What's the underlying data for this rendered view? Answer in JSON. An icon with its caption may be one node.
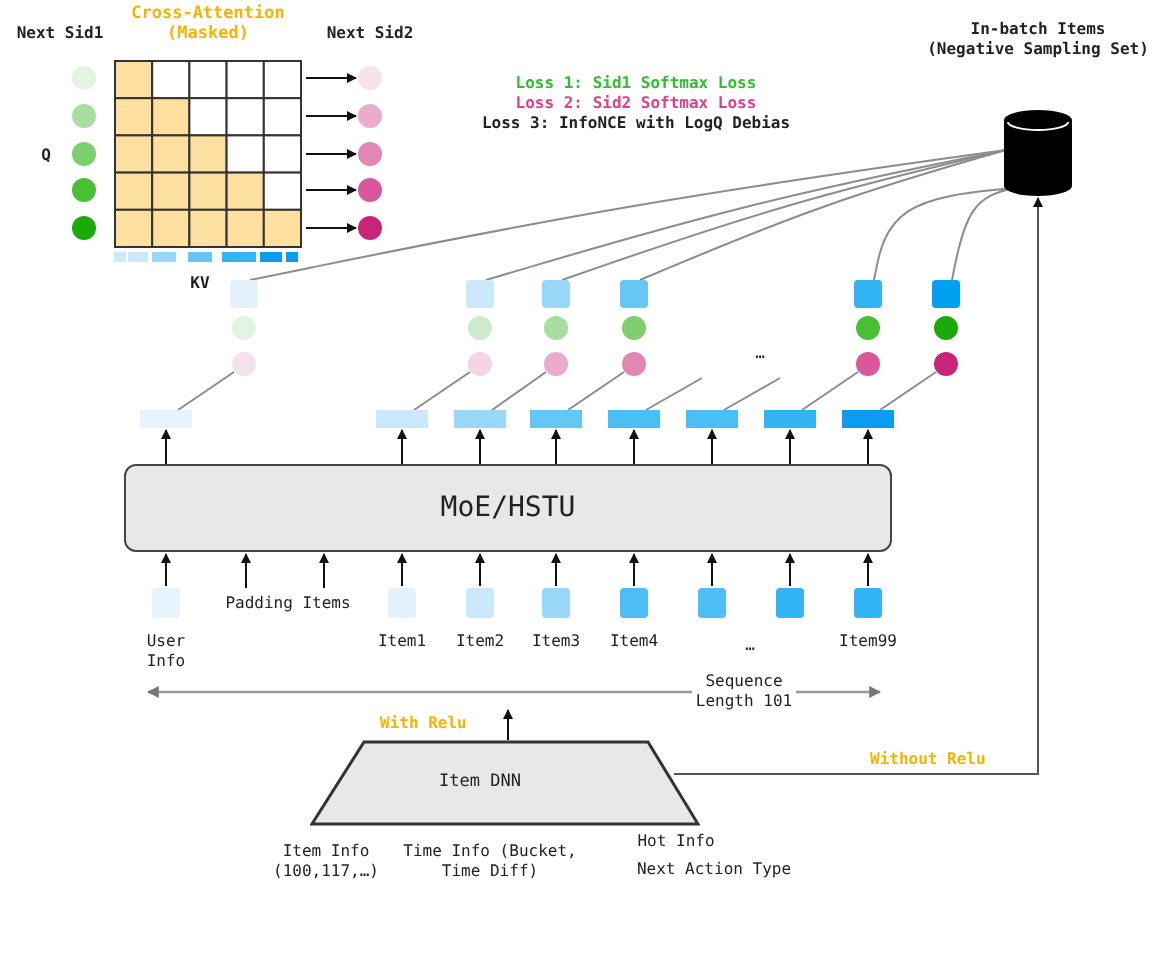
{
  "diagram": {
    "nodes": [
      {
        "text": [
          "Cross-Attention (Masked)"
        ]
      },
      {
        "text": [],
        "shape": "circle"
      },
      {
        "text": [],
        "shape": "circle"
      },
      {
        "text": [],
        "shape": "circle"
      },
      {
        "text": [],
        "shape": "circle"
      },
      {
        "text": [],
        "shape": "circle"
      },
      {
        "text": [
          "In-batch Items (Negative Sampling Set)"
        ]
      },
      {
        "text": [],
        "shape": "box"
      },
      {
        "text": [],
        "shape": "box"
      },
      {
        "text": [],
        "shape": "box"
      },
      {
        "text": [],
        "shape": "box"
      },
      {
        "text": [],
        "shape": "box"
      },
      {
        "text": [],
        "shape": "box"
      },
      {
        "text": [],
        "shape": "circle"
      },
      {
        "text": [],
        "shape": "circle"
      },
      {
        "text": [],
        "shape": "circle"
      },
      {
        "text": [],
        "shape": "circle"
      },
      {
        "text": [],
        "shape": "circle"
      },
      {
        "text": [],
        "shape": "circle"
      },
      {
        "text": [],
        "shape": "bar"
      },
      {
        "text": [],
        "shape": "bar"
      },
      {
        "text": [],
        "shape": "bar"
      },
      {
        "text": [],
        "shape": "bar"
      },
      {
        "text": [],
        "shape": "bar"
      },
      {
        "text": [],
        "shape": "bar"
      },
      {
        "text": [],
        "shape": "bar"
      },
      {
        "text": [],
        "shape": "bar"
      },
      {
        "text": [
          "MoE/HSTU"
        ]
      },
      {
        "text": [
          "User Info"
        ]
      },
      {
        "text": [
          "Padding Items"
        ]
      },
      {
        "text": [
          "Item1"
        ]
      },
      {
        "text": [
          "Item2"
        ]
      },
      {
        "text": [
          "Item3"
        ]
      },
      {
        "text": [
          "Item4"
        ]
      },
      {
        "text": [],
        "shape": "box"
      },
      {
        "text": [],
        "shape": "box"
      },
      {
        "text": [
          "Item99"
        ]
      },
      {
        "text": [
          "Item DNN"
        ]
      }
    ],
    "edges": [
      {
        "from": 0,
        "to": 1,
        "arrow": "to"
      },
      {
        "from": 0,
        "to": 2,
        "arrow": "to"
      },
      {
        "from": 0,
        "to": 3,
        "arrow": "to"
      },
      {
        "from": 0,
        "to": 4,
        "arrow": "to"
      },
      {
        "from": 0,
        "to": 5,
        "arrow": "to"
      },
      {
        "from": 6,
        "to": 7,
        "arrow": "none",
        "color": "#8c8c8c"
      },
      {
        "from": 6,
        "to": 8,
        "arrow": "none",
        "color": "#8c8c8c"
      },
      {
        "from": 6,
        "to": 9,
        "arrow": "none",
        "color": "#8c8c8c"
      },
      {
        "from": 6,
        "to": 10,
        "arrow": "none",
        "color": "#8c8c8c"
      },
      {
        "from": 6,
        "to": 11,
        "arrow": "none",
        "color": "#8c8c8c"
      },
      {
        "from": 6,
        "to": 12,
        "arrow": "none",
        "color": "#8c8c8c"
      },
      {
        "from": 19,
        "to": 13,
        "arrow": "none",
        "color": "#8c8c8c"
      },
      {
        "from": 20,
        "to": 14,
        "arrow": "none",
        "color": "#8c8c8c"
      },
      {
        "from": 21,
        "to": 15,
        "arrow": "none",
        "color": "#8c8c8c"
      },
      {
        "from": 22,
        "to": 16,
        "arrow": "none",
        "color": "#8c8c8c"
      },
      {
        "from": 23,
        "to": null,
        "arrow": "none",
        "color": "#8c8c8c"
      },
      {
        "from": 24,
        "to": null,
        "arrow": "none",
        "color": "#8c8c8c"
      },
      {
        "from": 25,
        "to": 17,
        "arrow": "none",
        "color": "#8c8c8c"
      },
      {
        "from": 26,
        "to": 18,
        "arrow": "none",
        "color": "#8c8c8c"
      },
      {
        "from": 27,
        "to": 19,
        "arrow": "to"
      },
      {
        "from": 27,
        "to": 20,
        "arrow": "to"
      },
      {
        "from": 27,
        "to": 21,
        "arrow": "to"
      },
      {
        "from": 27,
        "to": 22,
        "arrow": "to"
      },
      {
        "from": 27,
        "to": 23,
        "arrow": "to"
      },
      {
        "from": 27,
        "to": 24,
        "arrow": "to"
      },
      {
        "from": 27,
        "to": 25,
        "arrow": "to"
      },
      {
        "from": 27,
        "to": 26,
        "arrow": "to"
      },
      {
        "from": 28,
        "to": 27,
        "arrow": "to"
      },
      {
        "from": 29,
        "to": 27,
        "arrow": "to"
      },
      {
        "from": 29,
        "to": 27,
        "arrow": "to"
      },
      {
        "from": 30,
        "to": 27,
        "arrow": "to"
      },
      {
        "from": 31,
        "to": 27,
        "arrow": "to"
      },
      {
        "from": 32,
        "to": 27,
        "arrow": "to"
      },
      {
        "from": 33,
        "to": 27,
        "arrow": "to"
      },
      {
        "from": 34,
        "to": 27,
        "arrow": "to"
      },
      {
        "from": 35,
        "to": 27,
        "arrow": "to"
      },
      {
        "from": 36,
        "to": 27,
        "arrow": "to"
      },
      {
        "from": 37,
        "to": null,
        "arrow": "to",
        "label": "With Relu"
      },
      {
        "from": 37,
        "to": 6,
        "arrow": "to",
        "label": "Without Relu",
        "color": "#555555"
      }
    ],
    "labels": [
      "Next Sid1",
      "Next Sid2",
      "Q",
      "KV",
      "Loss 1: Sid1 Softmax Loss",
      "Loss 2: Sid2 Softmax Loss",
      "Loss 3: InfoNCE with LogQ Debias",
      "…",
      "…",
      "Sequence Length 101",
      "Item Info (100,117,…)",
      "Time Info (Bucket, Time Diff)",
      "Hot Info",
      "Next Action Type"
    ]
  }
}
